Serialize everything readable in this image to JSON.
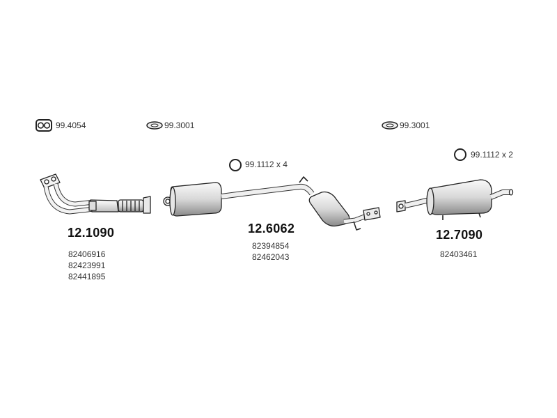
{
  "accessories": {
    "flange_gasket": "99.4054",
    "ring_gasket_left": "99.3001",
    "ring_gasket_right": "99.3001",
    "mount_center": "99.1112 x 4",
    "mount_rear": "99.1112 x 2"
  },
  "parts": {
    "front_pipe": {
      "number": "12.1090",
      "refs": [
        "82406916",
        "82423991",
        "82441895"
      ]
    },
    "center_silencer": {
      "number": "12.6062",
      "refs": [
        "82394854",
        "82462043"
      ]
    },
    "rear_silencer": {
      "number": "12.7090",
      "refs": [
        "82403461"
      ]
    }
  }
}
